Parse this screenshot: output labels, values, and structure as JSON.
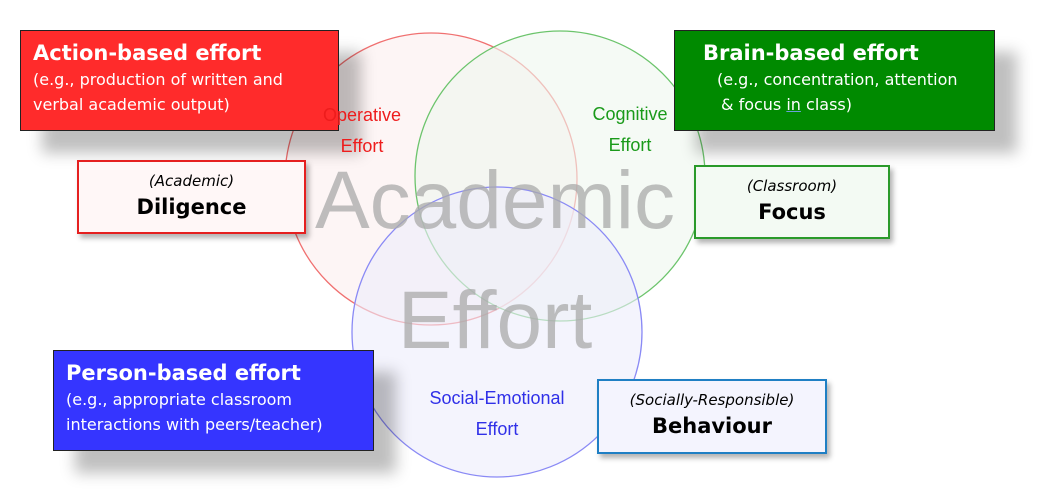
{
  "center": {
    "line1": "Academic",
    "line2": "Effort"
  },
  "circles": [
    {
      "label_line1": "Operative",
      "label_line2": "Effort",
      "color": "#f07070",
      "fill": "#fdf3f3"
    },
    {
      "label_line1": "Cognitive",
      "label_line2": "Effort",
      "color": "#6cc46c",
      "fill": "#f0f8f0"
    },
    {
      "label_line1": "Social-Emotional",
      "label_line2": "Effort",
      "color": "#8a8af5",
      "fill": "#eeeefc"
    }
  ],
  "categories": {
    "action": {
      "title": "Action-based effort",
      "desc_line1": "(e.g., production of written and",
      "desc_line2": "verbal academic output)",
      "color": "#ff2b2b"
    },
    "brain": {
      "title": "Brain-based effort",
      "desc_line1": "(e.g., concentration, attention",
      "desc_line2_pre": "& focus ",
      "desc_line2_u": "in",
      "desc_line2_post": " class)",
      "color": "#008a00"
    },
    "person": {
      "title": "Person-based effort",
      "desc_line1": "(e.g., appropriate classroom",
      "desc_line2": "interactions with peers/teacher)",
      "color": "#3535ff"
    }
  },
  "traits": {
    "diligence": {
      "sub": "(Academic)",
      "main": "Diligence",
      "border": "#e52020"
    },
    "focus": {
      "sub": "(Classroom)",
      "main": "Focus",
      "border": "#2a9a2a"
    },
    "behaviour": {
      "sub": "(Socially-Responsible)",
      "main": "Behaviour",
      "border": "#1f7fc4"
    }
  }
}
